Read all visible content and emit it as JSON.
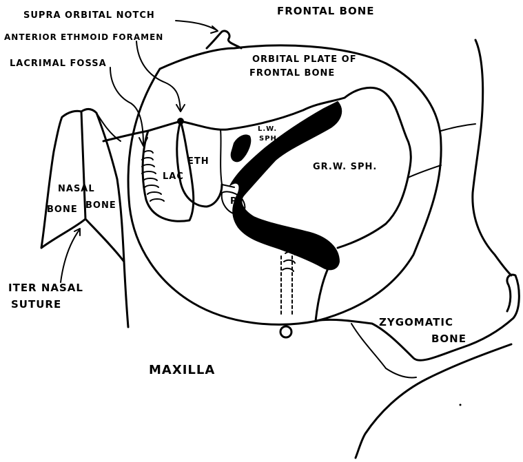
{
  "labels": {
    "frontal_bone": "FRONTAL BONE",
    "supra_orbital_notch": "SUPRA ORBITAL NOTCH",
    "anterior_ethmoid_foramen": "ANTERIOR ETHMOID FORAMEN",
    "lacrimal_fossa": "LACRIMAL FOSSA",
    "orbital_plate_line1": "ORBITAL PLATE OF",
    "orbital_plate_line2": "FRONTAL BONE",
    "lw_sph_line1": "L.W.",
    "lw_sph_line2": "SPH",
    "eth": "ETH",
    "lac": "LAC",
    "p": "P",
    "gr_w_sph": "GR.W. SPH.",
    "nasal": "NASAL",
    "bone_left": "BONE",
    "bone_right": "BONE",
    "internasal_line1": "ITER NASAL",
    "internasal_line2": "SUTURE",
    "zygomatic": "ZYGOMATIC",
    "zygomatic_bone": "BONE",
    "maxilla": "MAXILLA"
  }
}
